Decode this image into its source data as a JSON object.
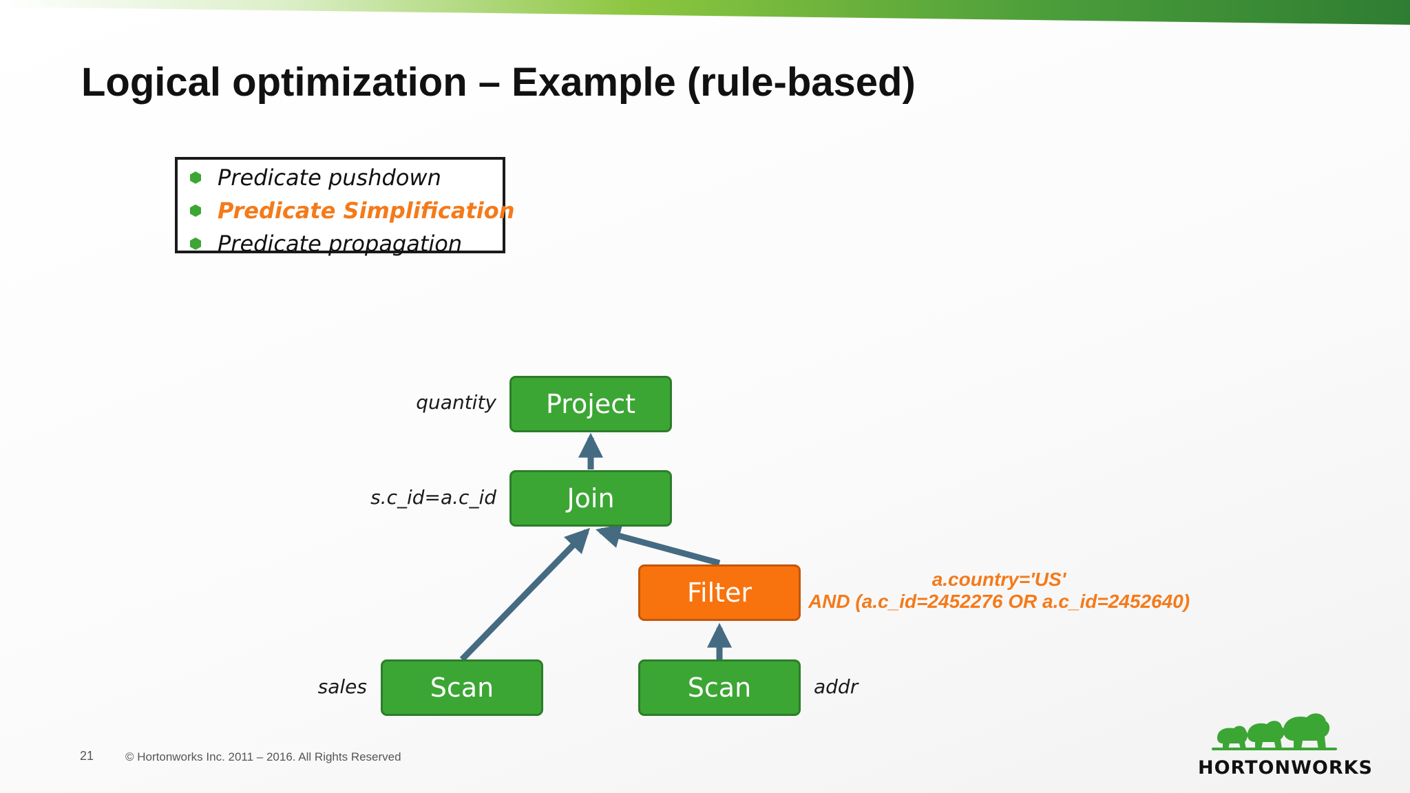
{
  "slide": {
    "title": "Logical optimization – Example (rule-based)",
    "number": "21",
    "copyright": "© Hortonworks Inc. 2011 – 2016. All Rights Reserved",
    "logo_text": "HORTONWORKS",
    "accent_green": "#3ba634",
    "accent_orange": "#f47a1a"
  },
  "rules": [
    {
      "label": "Predicate pushdown",
      "highlighted": false
    },
    {
      "label": "Predicate Simplification",
      "highlighted": true
    },
    {
      "label": "Predicate propagation",
      "highlighted": false
    }
  ],
  "plan": {
    "project": {
      "label": "Project",
      "annotation": "quantity"
    },
    "join": {
      "label": "Join",
      "annotation": "s.c_id=a.c_id"
    },
    "filter": {
      "label": "Filter",
      "condition_line1": "a.country='US'",
      "condition_line2": "AND (a.c_id=2452276 OR a.c_id=2452640)"
    },
    "scan_sales": {
      "label": "Scan",
      "annotation": "sales"
    },
    "scan_addr": {
      "label": "Scan",
      "annotation": "addr"
    }
  }
}
